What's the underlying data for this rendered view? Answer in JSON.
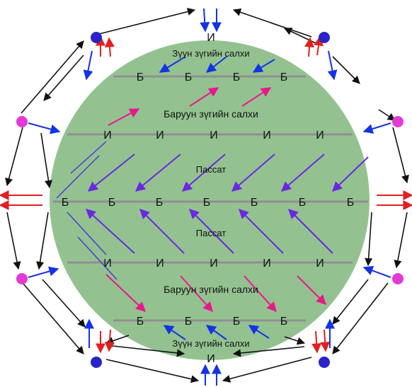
{
  "colors": {
    "globe": "#93c290",
    "band": "#8f8f8f",
    "circulation": "#111111",
    "easterly": "#1432e6",
    "westerly": "#e8188c",
    "trade": "#6a28e0",
    "meridional": "#e02020",
    "low_node": "#2a23c8",
    "mid_node": "#e33ad6"
  },
  "pressure": {
    "high": "И",
    "low": "Б"
  },
  "winds": {
    "polar_easterlies": "Зүүн зүгийн салхи",
    "westerlies": "Баруун зүгийн салхи",
    "trades": "Пассат"
  }
}
